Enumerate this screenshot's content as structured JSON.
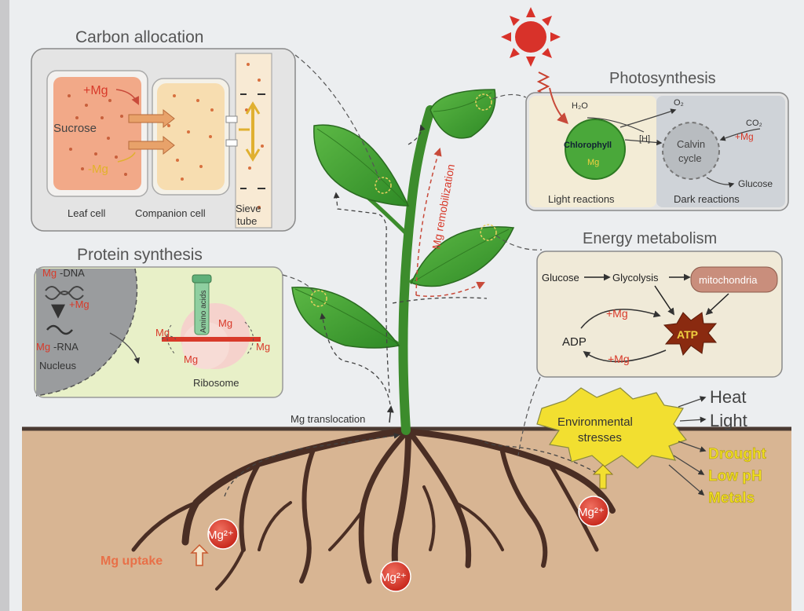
{
  "carbon": {
    "title": "Carbon allocation",
    "plus_mg": "+Mg",
    "minus_mg": "-Mg",
    "sucrose": "Sucrose",
    "leaf_cell": "Leaf cell",
    "companion_cell": "Companion cell",
    "sieve_1": "Sieve",
    "sieve_2": "tube"
  },
  "protein": {
    "title": "Protein synthesis",
    "dna_mg": "Mg",
    "dna": "-DNA",
    "plus_mg": "+Mg",
    "rna_mg": "Mg",
    "rna": "-RNA",
    "nucleus": "Nucleus",
    "amino_acids": "Amino acids",
    "mg": "Mg",
    "ribosome": "Ribosome"
  },
  "photo": {
    "title": "Photosynthesis",
    "h2o": "H₂O",
    "o2": "O₂",
    "co2": "CO₂",
    "plus_mg": "+Mg",
    "chlorophyll": "Chlorophyll",
    "mg": "Mg",
    "h": "[H]",
    "calvin_1": "Calvin",
    "calvin_2": "cycle",
    "glucose": "Glucose",
    "light": "Light reactions",
    "dark": "Dark reactions"
  },
  "energy": {
    "title": "Energy metabolism",
    "glucose": "Glucose",
    "glycolysis": "Glycolysis",
    "mito": "mitochondria",
    "plus_mg_1": "+Mg",
    "plus_mg_2": "+Mg",
    "adp": "ADP",
    "atp": "ATP"
  },
  "plant": {
    "remob": "Mg remobilization",
    "transloc": "Mg translocation",
    "uptake": "Mg uptake",
    "mg2": "Mg²⁺"
  },
  "stress": {
    "label_1": "Environmental",
    "label_2": "stresses",
    "factors": [
      "Heat",
      "Light",
      "Drought",
      "Low pH",
      "Metals"
    ]
  },
  "colors": {
    "leaf_green": "#3f9a2f",
    "soil": "#d9b898",
    "mg_red": "#d93a2a",
    "stress_yellow": "#f0dc30",
    "panel_gray": "#dcdcda"
  }
}
